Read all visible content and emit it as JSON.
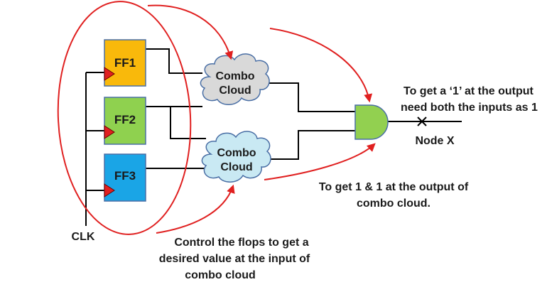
{
  "flops": {
    "ff1": {
      "label": "FF1",
      "color": "#f9b90b"
    },
    "ff2": {
      "label": "FF2",
      "color": "#8fd14f"
    },
    "ff3": {
      "label": "FF3",
      "color": "#1aa5e6"
    }
  },
  "clouds": {
    "top": {
      "line1": "Combo",
      "line2": "Cloud",
      "color": "#d9d9d9"
    },
    "bottom": {
      "line1": "Combo",
      "line2": "Cloud",
      "color": "#c9e9f3"
    }
  },
  "and_gate": {
    "color": "#92d050"
  },
  "clock": {
    "label": "CLK"
  },
  "node": {
    "label": "Node X"
  },
  "annotations": {
    "output_note": {
      "line1": "To get a ‘1’ at the output",
      "line2": "need both the inputs as 1"
    },
    "cloud_output_note": {
      "line1": "To get 1 & 1 at the output of",
      "line2": "combo cloud."
    },
    "flop_control_note": {
      "line1": "Control the flops to get a",
      "line2": "desired value at the input of",
      "line3": "combo cloud"
    }
  },
  "colors": {
    "annotation_red": "#e02020",
    "clock_triangle": "#e02020",
    "wire": "#000000"
  }
}
